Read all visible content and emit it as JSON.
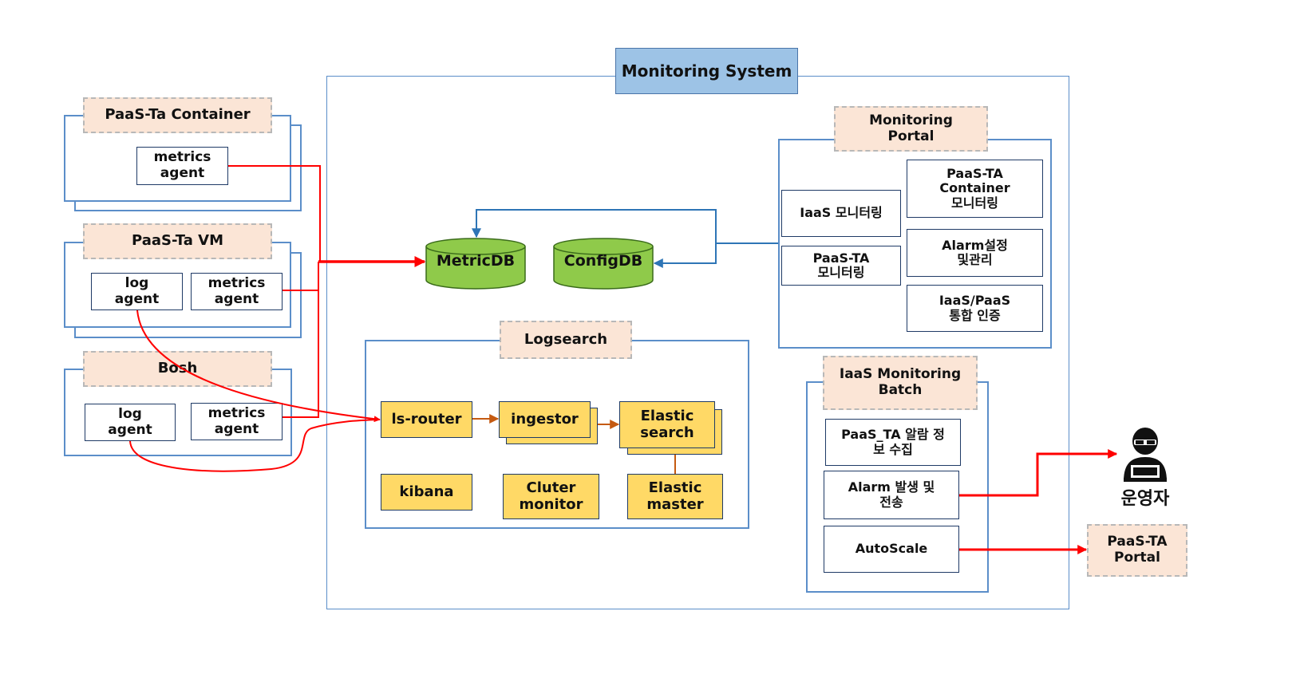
{
  "monitoring_system": {
    "title": "Monitoring System",
    "metric_db": "MetricDB",
    "config_db": "ConfigDB"
  },
  "sources": {
    "container": {
      "title": "PaaS-Ta Container",
      "metrics_agent": "metrics\nagent"
    },
    "vm": {
      "title": "PaaS-Ta VM",
      "log_agent": "log\nagent",
      "metrics_agent": "metrics\nagent"
    },
    "bosh": {
      "title": "Bosh",
      "log_agent": "log\nagent",
      "metrics_agent": "metrics\nagent"
    }
  },
  "logsearch": {
    "title": "Logsearch",
    "ls_router": "ls-router",
    "ingestor": "ingestor",
    "elastic_search": "Elastic\nsearch",
    "kibana": "kibana",
    "cluter_monitor": "Cluter\nmonitor",
    "elastic_master": "Elastic\nmaster"
  },
  "portal": {
    "title": "Monitoring\nPortal",
    "iaas_monitoring": "IaaS 모니터링",
    "paasta_monitoring": "PaaS-TA\n모니터링",
    "container_monitoring": "PaaS-TA\nContainer\n모니터링",
    "alarm_settings": "Alarm설정\n및관리",
    "auth": "IaaS/PaaS\n통합 인증"
  },
  "batch": {
    "title": "IaaS Monitoring\nBatch",
    "alarm_collect": "PaaS_TA 알람 정\n보 수집",
    "alarm_send": "Alarm 발생 및\n전송",
    "autoscale": "AutoScale"
  },
  "targets": {
    "operator_label": "운영자",
    "paasta_portal": "PaaS-TA\nPortal"
  },
  "colors": {
    "container_border": "#5b8ec9",
    "title_fill": "#9dc3e6",
    "label_fill": "#fbe5d6",
    "component_fill": "#ffd966",
    "db_fill": "#8fca4a",
    "arrow_red": "#ff0000",
    "arrow_orange": "#c55a11",
    "arrow_blue": "#2e75b6"
  },
  "icons": {
    "operator": "person-icon",
    "database": "cylinder-icon"
  }
}
